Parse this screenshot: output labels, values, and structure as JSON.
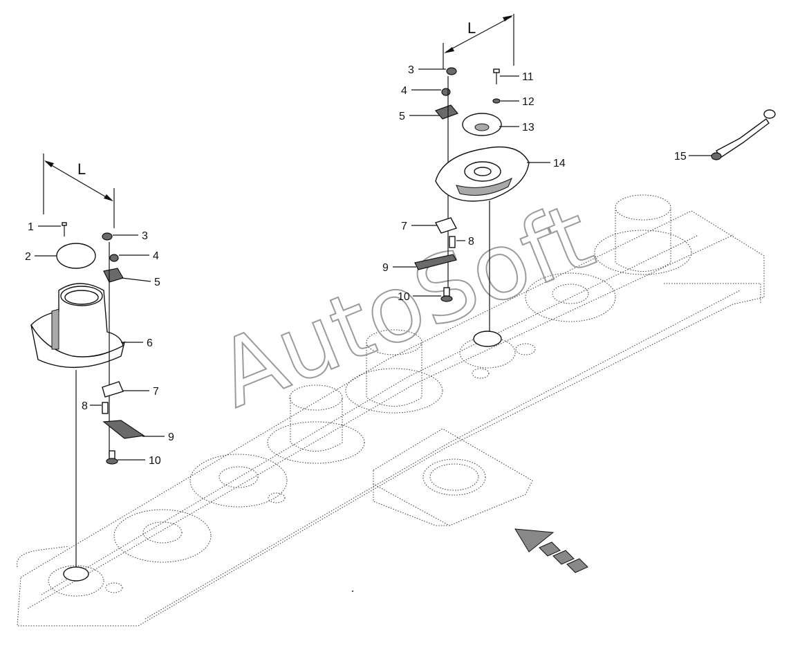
{
  "watermark": "AutoSoft",
  "dimension_label": "L",
  "left_callouts": [
    {
      "id": "1",
      "label": "1"
    },
    {
      "id": "2",
      "label": "2"
    },
    {
      "id": "3",
      "label": "3"
    },
    {
      "id": "4",
      "label": "4"
    },
    {
      "id": "5",
      "label": "5"
    },
    {
      "id": "6",
      "label": "6"
    },
    {
      "id": "7",
      "label": "7"
    },
    {
      "id": "8",
      "label": "8"
    },
    {
      "id": "9",
      "label": "9"
    },
    {
      "id": "10",
      "label": "10"
    }
  ],
  "right_callouts": [
    {
      "id": "3",
      "label": "3"
    },
    {
      "id": "4",
      "label": "4"
    },
    {
      "id": "5",
      "label": "5"
    },
    {
      "id": "7",
      "label": "7"
    },
    {
      "id": "8",
      "label": "8"
    },
    {
      "id": "9",
      "label": "9"
    },
    {
      "id": "10",
      "label": "10"
    },
    {
      "id": "11",
      "label": "11"
    },
    {
      "id": "12",
      "label": "12"
    },
    {
      "id": "13",
      "label": "13"
    },
    {
      "id": "14",
      "label": "14"
    },
    {
      "id": "15",
      "label": "15"
    }
  ]
}
